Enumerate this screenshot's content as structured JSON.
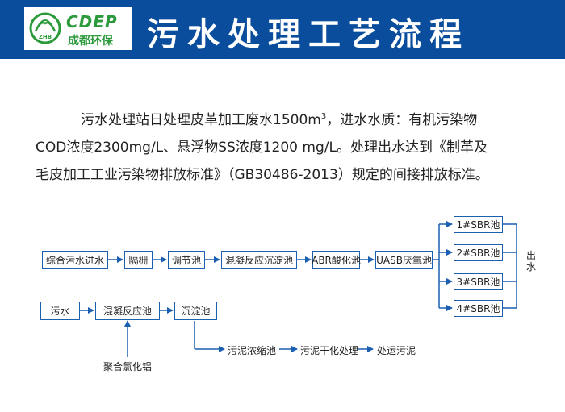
{
  "header": {
    "logo_en": "CDEP",
    "logo_cn": "成都环保",
    "logo_badge": "ZHB",
    "title": "污水处理工艺流程",
    "bg_color": "#0a4d9c",
    "logo_color": "#2a9a3a"
  },
  "description": {
    "line1_pre": "污水处理站日处理皮革加工废水1500m",
    "line1_sup": "3",
    "line1_post": "，进水水质：有机污染物",
    "line2": "COD浓度2300mg/L、悬浮物SS浓度1200 mg/L。处理出水达到《制革及",
    "line3": "毛皮加工工业污染物排放标准》（GB30486-2013）规定的间接排放标准。"
  },
  "flow": {
    "water_line": [
      "综合污水进水",
      "隔栅",
      "调节池",
      "混凝反应沉淀池",
      "ABR酸化池",
      "UASB厌氧池"
    ],
    "sbr_tanks": [
      "1#SBR池",
      "2#SBR池",
      "3#SBR池",
      "4#SBR池"
    ],
    "outlet": "出水",
    "sludge_line": [
      "污水",
      "混凝反应池",
      "沉淀池"
    ],
    "additive": "聚合氯化铝",
    "sludge_treatment": [
      "污泥浓缩池",
      "污泥干化处理",
      "处运污泥"
    ],
    "line_color": "#1a5fb0"
  }
}
